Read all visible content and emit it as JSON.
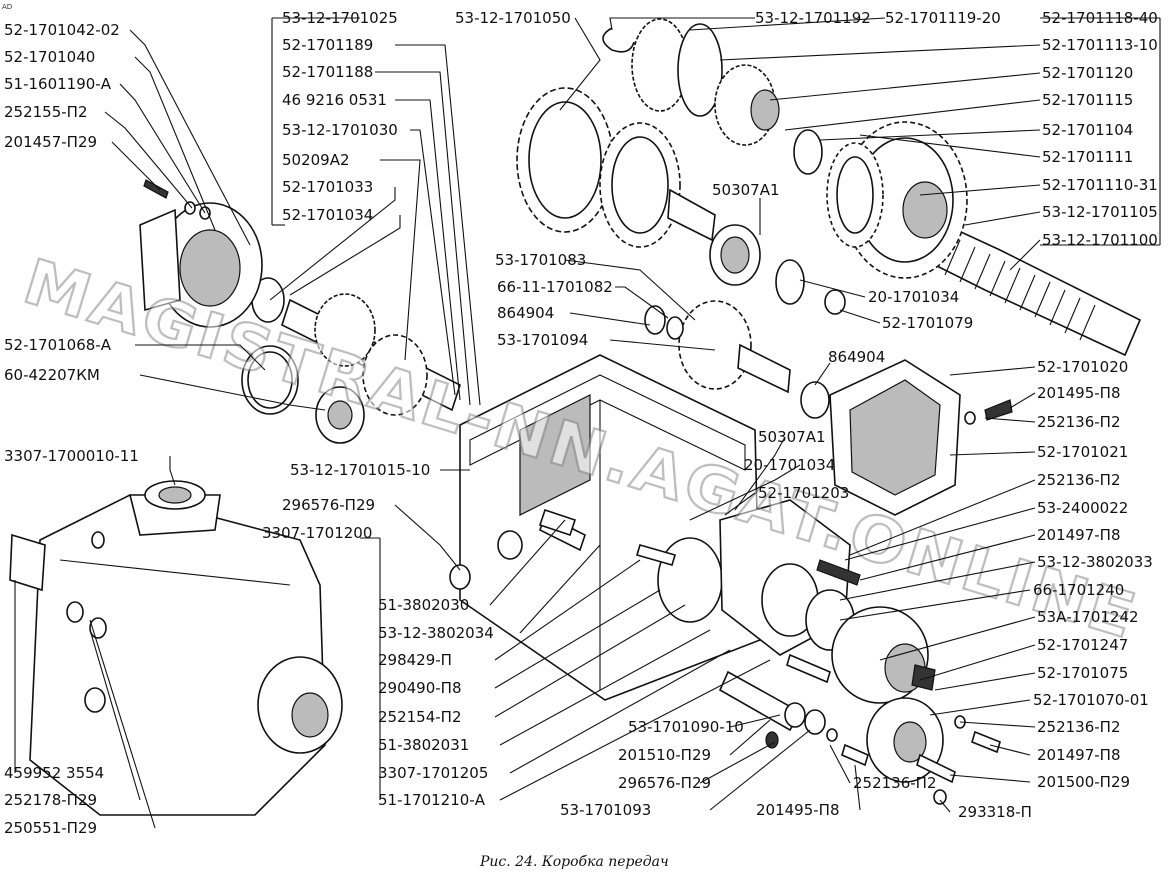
{
  "corner_mark": "AD",
  "caption": "Рис. 24. Коробка передач",
  "watermark": "MAGISTRAL-NN.AGAT.ONLINE",
  "labels": [
    "52-1701042-02",
    "52-1701040",
    "51-1601190-А",
    "252155-П2",
    "201457-П29",
    "53-12-1701025",
    "52-1701189",
    "52-1701188",
    "46 9216 0531",
    "53-12-1701030",
    "50209А2",
    "52-1701033",
    "52-1701034",
    "53-12-1701050",
    "53-12-1701192",
    "52-1701119-20",
    "52-1701118-40",
    "52-1701113-10",
    "52-1701120",
    "52-1701115",
    "52-1701104",
    "52-1701111",
    "52-1701110-31",
    "53-12-1701105",
    "53-12-1701100",
    "50307А1",
    "53-1701083",
    "66-11-1701082",
    "864904",
    "53-1701094",
    "20-1701034",
    "52-1701079",
    "864904",
    "52-1701068-А",
    "60-42207КМ",
    "52-1701020",
    "201495-П8",
    "252136-П2",
    "52-1701021",
    "3307-1700010-11",
    "53-12-1701015-10",
    "50307А1",
    "20-1701034",
    "52-1701203",
    "252136-П2",
    "53-2400022",
    "201497-П8",
    "53-12-3802033",
    "296576-П29",
    "3307-1701200",
    "66-1701240",
    "53А-1701242",
    "52-1701247",
    "52-1701075",
    "51-3802030",
    "53-12-3802034",
    "298429-П",
    "290490-П8",
    "252154-П2",
    "51-3802031",
    "3307-1701205",
    "51-1701210-А",
    "52-1701070-01",
    "53-1701090-10",
    "252136-П2",
    "201510-П29",
    "201497-П8",
    "296576-П29",
    "252136-П2",
    "201500-П29",
    "53-1701093",
    "201495-П8",
    "293318-П",
    "459952 3554",
    "252178-П29",
    "250551-П29"
  ]
}
